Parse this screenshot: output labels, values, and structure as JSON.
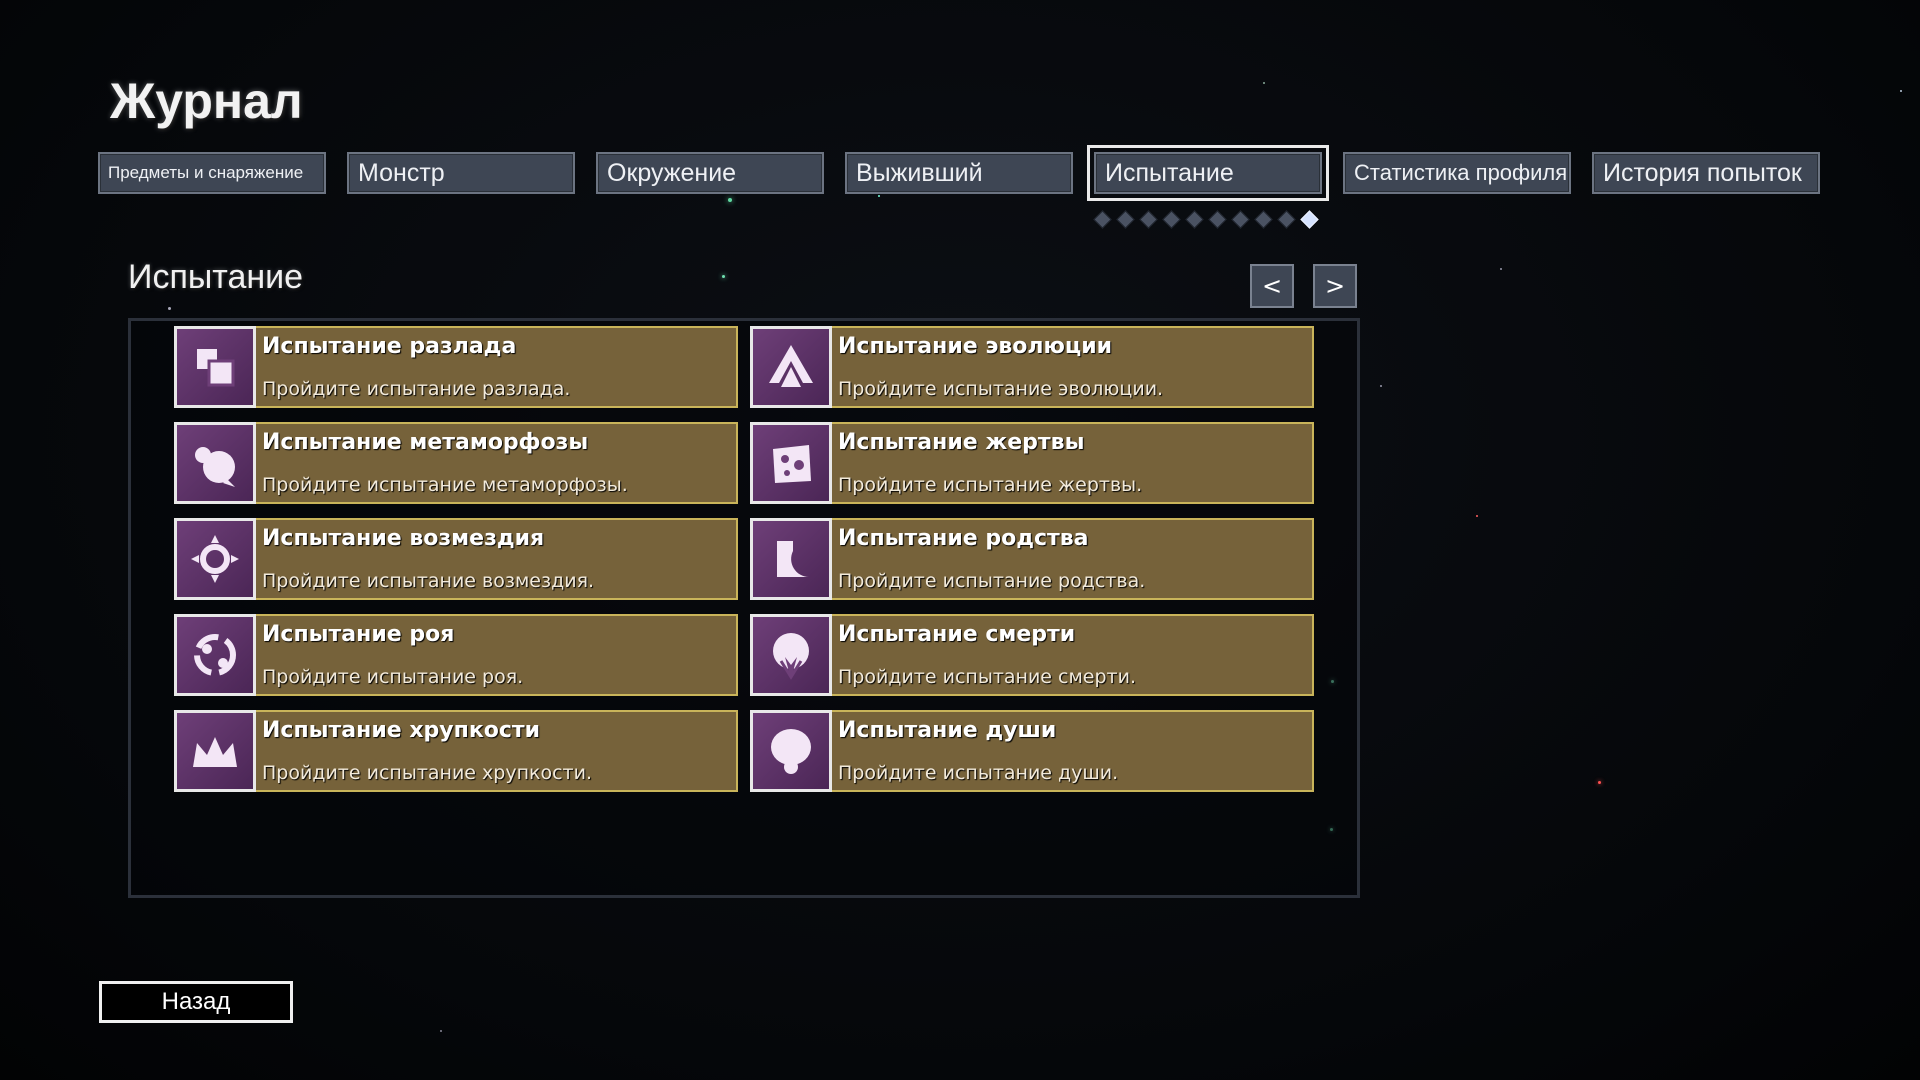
{
  "header": {
    "title": "Журнал"
  },
  "tabs": [
    {
      "label": "Предметы и снаряжение",
      "active": false
    },
    {
      "label": "Монстр",
      "active": false
    },
    {
      "label": "Окружение",
      "active": false
    },
    {
      "label": "Выживший",
      "active": false
    },
    {
      "label": "Испытание",
      "active": true
    },
    {
      "label": "Статистика профиля",
      "active": false
    },
    {
      "label": "История попыток",
      "active": false
    }
  ],
  "pager": {
    "total_pages": 10,
    "current_page": 10
  },
  "section": {
    "title": "Испытание",
    "prev_label": "<",
    "next_label": ">"
  },
  "challenges": [
    {
      "title": "Испытание разлада",
      "desc": "Пройдите испытание разлада.",
      "icon": "squares-icon"
    },
    {
      "title": "Испытание эволюции",
      "desc": "Пройдите испытание эволюции.",
      "icon": "arrow-up-icon"
    },
    {
      "title": "Испытание метаморфозы",
      "desc": "Пройдите испытание метаморфозы.",
      "icon": "creature-icon"
    },
    {
      "title": "Испытание жертвы",
      "desc": "Пройдите испытание жертвы.",
      "icon": "cheese-icon"
    },
    {
      "title": "Испытание возмездия",
      "desc": "Пройдите испытание возмездия.",
      "icon": "sun-icon"
    },
    {
      "title": "Испытание родства",
      "desc": "Пройдите испытание родства.",
      "icon": "crescent-icon"
    },
    {
      "title": "Испытание роя",
      "desc": "Пройдите испытание роя.",
      "icon": "swarm-icon"
    },
    {
      "title": "Испытание смерти",
      "desc": "Пройдите испытание смерти.",
      "icon": "flame-orb-icon"
    },
    {
      "title": "Испытание хрупкости",
      "desc": "Пройдите испытание хрупкости.",
      "icon": "crown-icon"
    },
    {
      "title": "Испытание души",
      "desc": "Пройдите испытание души.",
      "icon": "mushroom-icon"
    }
  ],
  "footer": {
    "back_label": "Назад"
  },
  "colors": {
    "card_bg": "#76623a",
    "card_border": "#c9b45a",
    "icon_bg": "#6e3f78",
    "tab_bg": "#3e4654"
  }
}
